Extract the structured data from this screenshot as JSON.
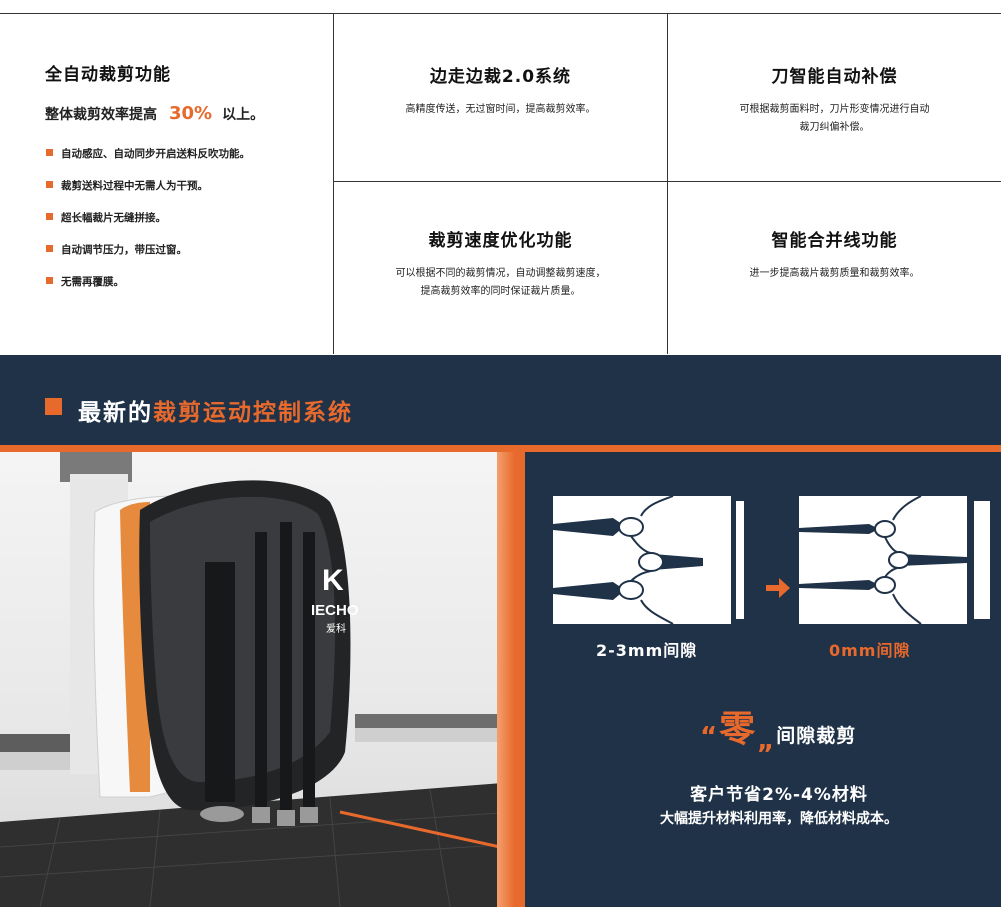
{
  "features": {
    "main": {
      "title": "全自动裁剪功能",
      "subtitle_prefix": "整体裁剪效率提高",
      "subtitle_highlight": "30%",
      "subtitle_suffix": "以上。",
      "bullets": [
        "自动感应、自动同步开启送料反吹功能。",
        "裁剪送料过程中无需人为干预。",
        "超长幅裁片无缝拼接。",
        "自动调节压力，带压过窗。",
        "无需再覆膜。"
      ]
    },
    "cells": [
      {
        "title": "边走边裁2.0系统",
        "desc": [
          "高精度传送，无过窗时间，提高裁剪效率。"
        ]
      },
      {
        "title": "刀智能自动补偿",
        "desc": [
          "可根据裁剪面料时，刀片形变情况进行自动",
          "裁刀纠偏补偿。"
        ]
      },
      {
        "title": "裁剪速度优化功能",
        "desc": [
          "可以根据不同的裁剪情况，自动调整裁剪速度，",
          "提高裁剪效率的同时保证裁片质量。"
        ]
      },
      {
        "title": "智能合并线功能",
        "desc": [
          "进一步提高裁片裁剪质量和裁剪效率。"
        ]
      }
    ]
  },
  "banner": {
    "prefix": "最新的",
    "highlight": "裁剪运动控制系统"
  },
  "machine": {
    "brand": "IECHO",
    "brand_cn": "爱科"
  },
  "panel": {
    "gap_before": "2-3mm间隙",
    "gap_after": "0mm间隙",
    "quote_open": "“",
    "zero_char": "零",
    "quote_close": "„",
    "zero_rest": "间隙裁剪",
    "saving": "客户节省2%-4%材料",
    "benefit": "大幅提升材料利用率，降低材料成本。"
  },
  "colors": {
    "accent": "#e8692c",
    "navy": "#1f3248"
  }
}
